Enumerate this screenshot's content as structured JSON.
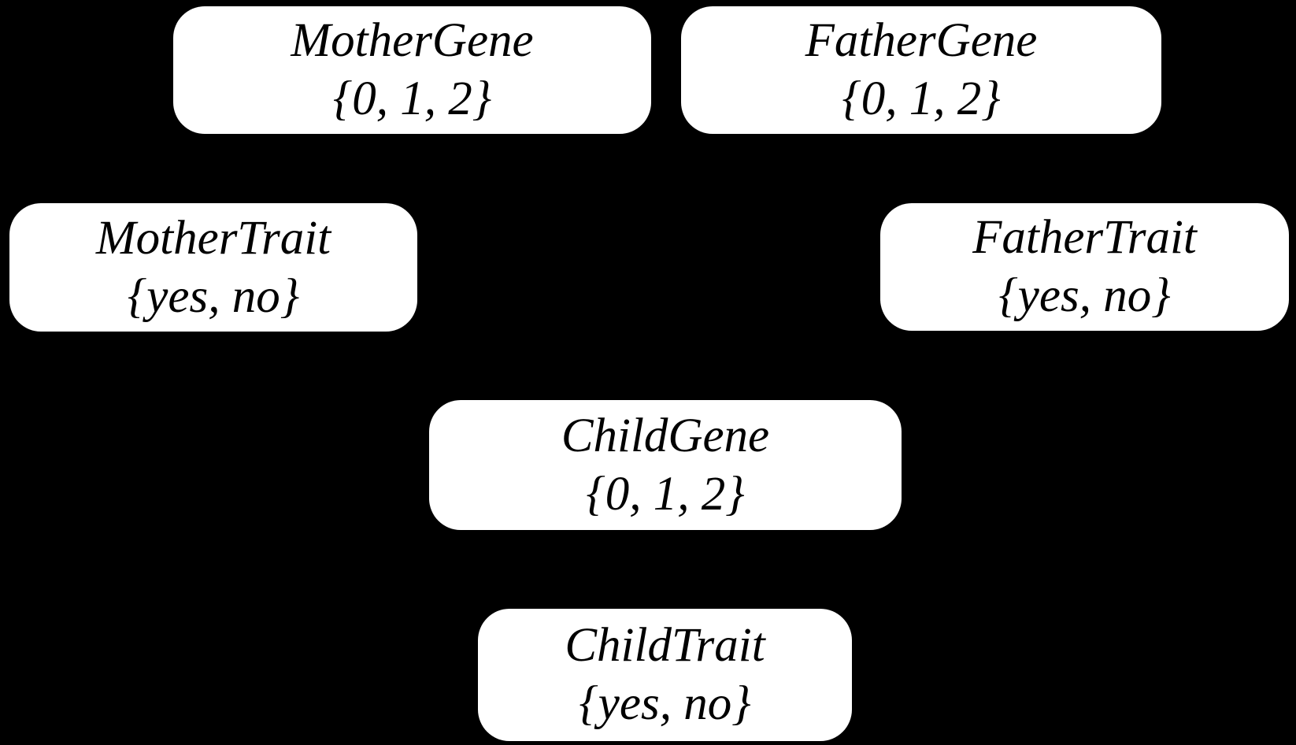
{
  "diagram": {
    "type": "bayesian-network",
    "background_color": "#000000",
    "node_fill_color": "#ffffff",
    "node_text_color": "#000000",
    "edges_visible": false,
    "nodes": [
      {
        "id": "mother-gene",
        "name": "MotherGene",
        "domain": "{0, 1, 2}"
      },
      {
        "id": "father-gene",
        "name": "FatherGene",
        "domain": "{0, 1, 2}"
      },
      {
        "id": "mother-trait",
        "name": "MotherTrait",
        "domain": "{yes, no}"
      },
      {
        "id": "father-trait",
        "name": "FatherTrait",
        "domain": "{yes, no}"
      },
      {
        "id": "child-gene",
        "name": "ChildGene",
        "domain": "{0, 1, 2}"
      },
      {
        "id": "child-trait",
        "name": "ChildTrait",
        "domain": "{yes, no}"
      }
    ]
  }
}
